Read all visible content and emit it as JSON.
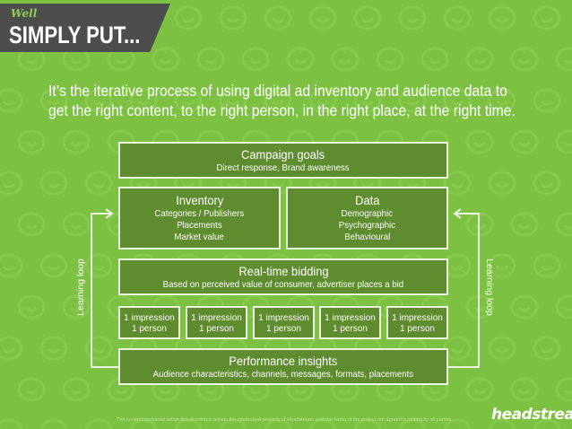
{
  "banner": {
    "small": "Well",
    "big": "SIMPLY PUT..."
  },
  "tagline": {
    "line1": "It’s the iterative process of using digital ad inventory and audience data to",
    "line2": "get the right content, to the right person, in the right place, at the right time."
  },
  "campaign": {
    "title": "Campaign goals",
    "sub": "Direct response, Brand awareness"
  },
  "inventory": {
    "title": "Inventory",
    "lines": [
      "Categories / Publishers",
      "Placements",
      "Market value"
    ]
  },
  "data_box": {
    "title": "Data",
    "lines": [
      "Demographic",
      "Psychographic",
      "Behavioural"
    ]
  },
  "rtb": {
    "title": "Real-time bidding",
    "sub": "Based on perceived value of consumer, advertiser places a bid"
  },
  "impressions": [
    {
      "line1": "1 impression",
      "line2": "1 person"
    },
    {
      "line1": "1 impression",
      "line2": "1 person"
    },
    {
      "line1": "1 impression",
      "line2": "1 person"
    },
    {
      "line1": "1 impression",
      "line2": "1 person"
    },
    {
      "line1": "1 impression",
      "line2": "1 person"
    }
  ],
  "performance": {
    "title": "Performance insights",
    "sub": "Audience characteristics, channels, messages, formats, placements"
  },
  "loop": {
    "left": "Learning loop",
    "right": "Learning loop"
  },
  "footer": "The content contained within this document remain the intellectual property of Headstream until the terms of the project are agreed in writing by all parties.",
  "logo": "headstream",
  "colors": {
    "background": "#7dc142",
    "box": "#5e8c2e",
    "border": "#ecf4e2",
    "banner": "#4d4d4d"
  }
}
